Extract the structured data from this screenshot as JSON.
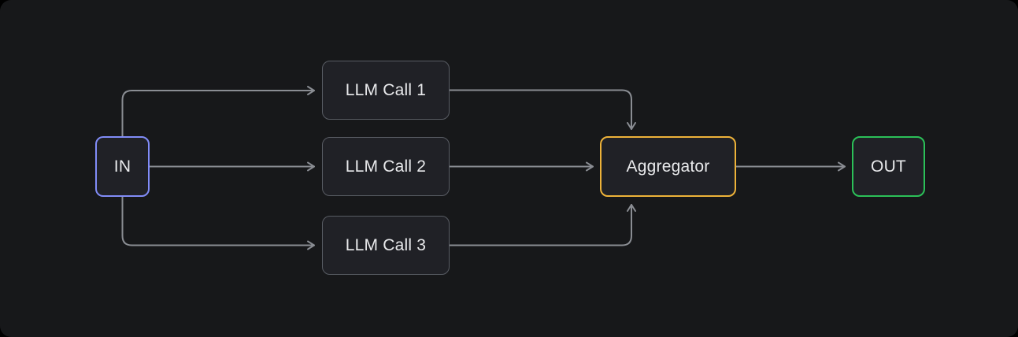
{
  "diagram": {
    "type": "workflow-flowchart",
    "nodes": {
      "in": {
        "label": "IN",
        "accent": "#818cf8",
        "role": "input"
      },
      "llm1": {
        "label": "LLM Call 1",
        "accent": "#585c63",
        "role": "process"
      },
      "llm2": {
        "label": "LLM Call 2",
        "accent": "#585c63",
        "role": "process"
      },
      "llm3": {
        "label": "LLM Call 3",
        "accent": "#585c63",
        "role": "process"
      },
      "aggregator": {
        "label": "Aggregator",
        "accent": "#edb239",
        "role": "aggregate"
      },
      "out": {
        "label": "OUT",
        "accent": "#2bc058",
        "role": "output"
      }
    },
    "edges": [
      {
        "from": "in",
        "to": "llm1"
      },
      {
        "from": "in",
        "to": "llm2"
      },
      {
        "from": "in",
        "to": "llm3"
      },
      {
        "from": "llm1",
        "to": "aggregator"
      },
      {
        "from": "llm2",
        "to": "aggregator"
      },
      {
        "from": "llm3",
        "to": "aggregator"
      },
      {
        "from": "aggregator",
        "to": "out"
      }
    ],
    "colors": {
      "background": "#17181a",
      "node_fill": "#202126",
      "node_border_gray": "#585c63",
      "edge_line": "#8a8d93",
      "text": "#e9eaec"
    }
  }
}
